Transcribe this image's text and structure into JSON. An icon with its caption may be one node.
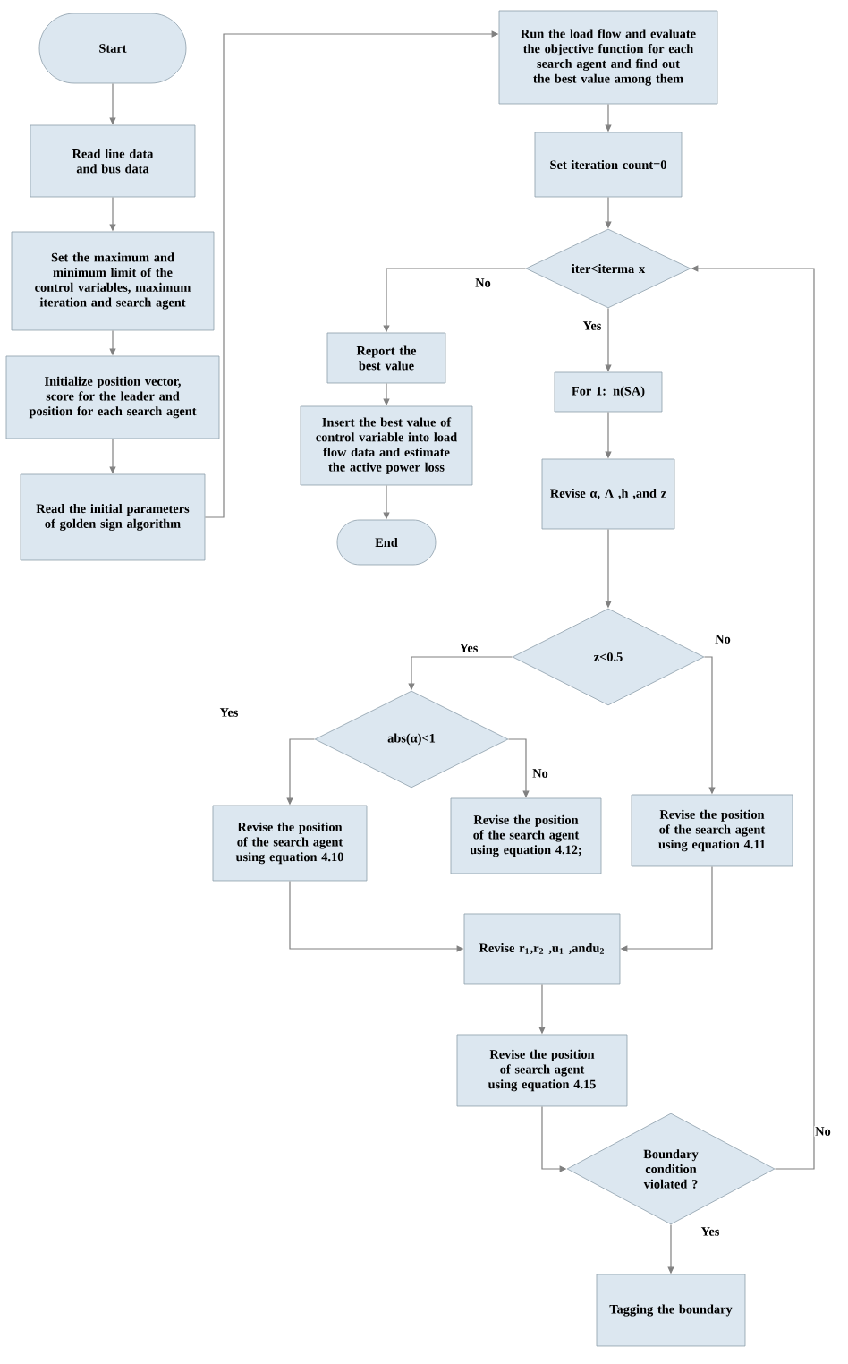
{
  "diagram": {
    "nodes": [
      {
        "text": [
          "Start"
        ]
      },
      {
        "text": [
          "Read line data and bus data"
        ]
      },
      {
        "text": [
          "Set the maximum and minimum limit of the control variables, maximum iteration and search agent"
        ]
      },
      {
        "text": [
          "Initialize position vector, score for the leader and position for each search agent"
        ]
      },
      {
        "text": [
          "Read the initial parameters of golden sign algorithm"
        ]
      },
      {
        "text": [
          "Run the load flow and evaluate the objective function for each search agent and find out the best value among them"
        ]
      },
      {
        "text": [
          "Set iteration count=0"
        ]
      },
      {
        "text": [
          "iter<iterma x"
        ]
      },
      {
        "text": [
          "Report the best value"
        ]
      },
      {
        "text": [
          "Insert the best value of control variable into load flow data and estimate the active power loss"
        ]
      },
      {
        "text": [
          "End"
        ]
      },
      {
        "text": [
          "For 1: n(SA)"
        ]
      },
      {
        "text": [
          "Revise α, Λ ,h ,and z"
        ]
      },
      {
        "text": [
          "z<0.5"
        ]
      },
      {
        "text": [
          "abs(α)<1"
        ]
      },
      {
        "text": [
          "Revise the position of the search agent using equation 4.10"
        ]
      },
      {
        "text": [
          "Revise the position of the search agent using equation 4.12;"
        ]
      },
      {
        "text": [
          "Revise the position of the search agent using equation 4.11"
        ]
      },
      {
        "text": [
          "Revise r$_{1}$,r$_{2}$ ,u$_{1}$ ,andu$_{2}$"
        ]
      },
      {
        "text": [
          "Revise the position of search agent using equation 4.15"
        ]
      },
      {
        "text": [
          "Boundary condition violated ?"
        ]
      },
      {
        "text": [
          "Tagging the boundary"
        ]
      }
    ],
    "edges": [
      {
        "from": 0,
        "to": 1,
        "arrow": "to"
      },
      {
        "from": 1,
        "to": 2,
        "arrow": "to"
      },
      {
        "from": 2,
        "to": 3,
        "arrow": "to"
      },
      {
        "from": 3,
        "to": 4,
        "arrow": "to"
      },
      {
        "from": 4,
        "to": 5,
        "arrow": "to"
      },
      {
        "from": 5,
        "to": 6,
        "arrow": "to"
      },
      {
        "from": 6,
        "to": 7,
        "arrow": "to"
      },
      {
        "from": 7,
        "to": 8,
        "arrow": "to",
        "label": "No"
      },
      {
        "from": 7,
        "to": 11,
        "arrow": "to",
        "label": "Yes"
      },
      {
        "from": 8,
        "to": 9,
        "arrow": "to"
      },
      {
        "from": 9,
        "to": 10,
        "arrow": "to"
      },
      {
        "from": 11,
        "to": 12,
        "arrow": "to"
      },
      {
        "from": 12,
        "to": 13,
        "arrow": "to"
      },
      {
        "from": 13,
        "to": 14,
        "arrow": "to",
        "label": "Yes"
      },
      {
        "from": 13,
        "to": 17,
        "arrow": "to",
        "label": "No"
      },
      {
        "from": 14,
        "to": 15,
        "arrow": "to",
        "label": "Yes"
      },
      {
        "from": 14,
        "to": 16,
        "arrow": "to",
        "label": "No"
      },
      {
        "from": 15,
        "to": 18,
        "arrow": "to"
      },
      {
        "from": 17,
        "to": 18,
        "arrow": "to"
      },
      {
        "from": 18,
        "to": 19,
        "arrow": "to"
      },
      {
        "from": 19,
        "to": 20,
        "arrow": "to"
      },
      {
        "from": 20,
        "to": 21,
        "arrow": "to",
        "label": "Yes"
      },
      {
        "from": 20,
        "to": 7,
        "arrow": "to",
        "label": "No"
      }
    ]
  }
}
